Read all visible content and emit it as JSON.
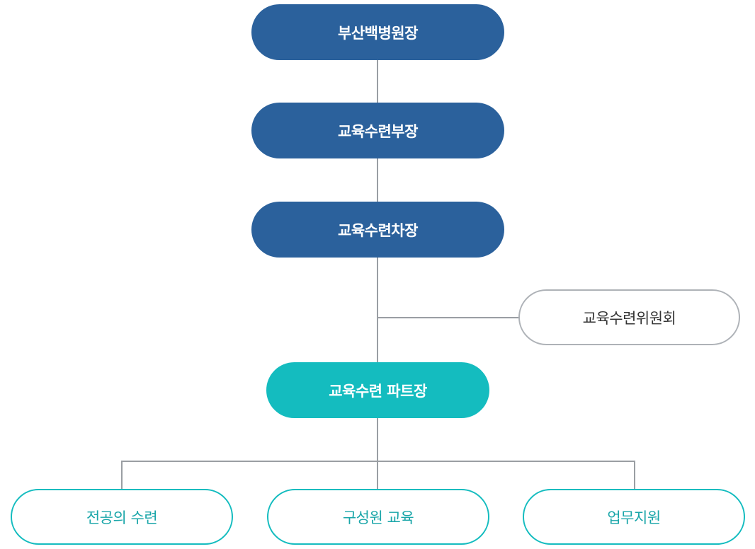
{
  "org_chart": {
    "director": "부산백병원장",
    "education_head": "교육수련부장",
    "education_deputy": "교육수련차장",
    "committee": "교육수련위원회",
    "part_leader": "교육수련 파트장",
    "teams": [
      {
        "label": "전공의 수련"
      },
      {
        "label": "구성원 교육"
      },
      {
        "label": "업무지원"
      }
    ]
  },
  "colors": {
    "dark_node": "#2b619c",
    "teal_node": "#14bcbf",
    "outline_gray": "#aeb2b7",
    "connector": "#9a9ea3"
  }
}
